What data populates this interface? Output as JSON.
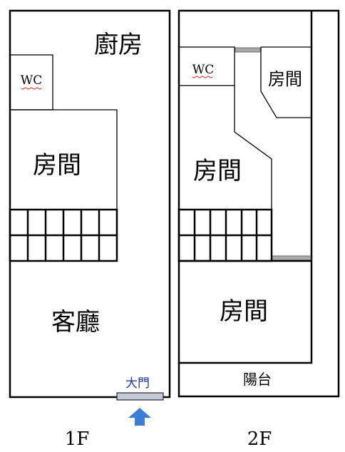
{
  "floor1": {
    "label": "1F",
    "rooms": {
      "kitchen": "廚房",
      "wc": "WC",
      "bedroom": "房間",
      "living": "客廳"
    },
    "entrance": "大門"
  },
  "floor2": {
    "label": "2F",
    "rooms": {
      "wc": "WC",
      "small_bedroom": "房間",
      "bedroom_middle": "房間",
      "bedroom_front": "房間",
      "balcony": "陽台"
    }
  },
  "colors": {
    "wall": "#000000",
    "door_fill": "#c3cbd8",
    "window_fill": "#aaaaaa",
    "entrance_text": "#1f3a93",
    "arrow": "#3a7fd5",
    "wc_underline": "#cc2222"
  }
}
